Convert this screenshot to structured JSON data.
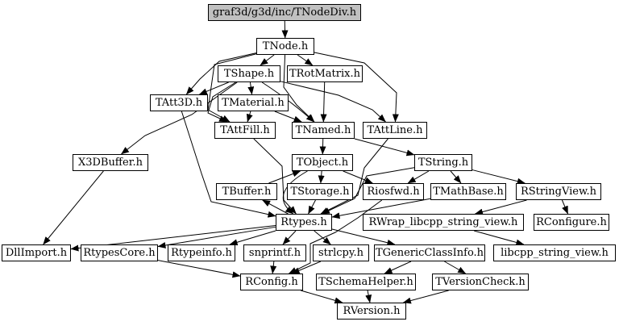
{
  "diagram": {
    "kind": "include-dependency-graph",
    "root_file": "graf3d/g3d/inc/TNodeDiv.h",
    "colors": {
      "background": "#ffffff",
      "node_fill": "#ffffff",
      "node_border": "#000000",
      "root_node_fill": "#c0c0c0",
      "edge": "#000000",
      "text": "#000000"
    }
  },
  "nodes": [
    {
      "id": "TNodeDiv",
      "label": "graf3d/g3d/inc/TNodeDiv.h",
      "is_root": true
    },
    {
      "id": "TNode",
      "label": "TNode.h"
    },
    {
      "id": "TShape",
      "label": "TShape.h"
    },
    {
      "id": "TRotMatrix",
      "label": "TRotMatrix.h"
    },
    {
      "id": "TAtt3D",
      "label": "TAtt3D.h"
    },
    {
      "id": "TMaterial",
      "label": "TMaterial.h"
    },
    {
      "id": "TAttFill",
      "label": "TAttFill.h"
    },
    {
      "id": "TNamed",
      "label": "TNamed.h"
    },
    {
      "id": "TAttLine",
      "label": "TAttLine.h"
    },
    {
      "id": "X3DBuffer",
      "label": "X3DBuffer.h"
    },
    {
      "id": "TObject",
      "label": "TObject.h"
    },
    {
      "id": "TString",
      "label": "TString.h"
    },
    {
      "id": "TBuffer",
      "label": "TBuffer.h"
    },
    {
      "id": "TStorage",
      "label": "TStorage.h"
    },
    {
      "id": "Riosfwd",
      "label": "Riosfwd.h"
    },
    {
      "id": "TMathBase",
      "label": "TMathBase.h"
    },
    {
      "id": "RStringView",
      "label": "RStringView.h"
    },
    {
      "id": "Rtypes",
      "label": "Rtypes.h"
    },
    {
      "id": "RWrap",
      "label": "RWrap_libcpp_string_view.h"
    },
    {
      "id": "RConfigure",
      "label": "RConfigure.h"
    },
    {
      "id": "DllImport",
      "label": "DllImport.h"
    },
    {
      "id": "RtypesCore",
      "label": "RtypesCore.h"
    },
    {
      "id": "Rtypeinfo",
      "label": "Rtypeinfo.h"
    },
    {
      "id": "snprintf",
      "label": "snprintf.h"
    },
    {
      "id": "strlcpy",
      "label": "strlcpy.h"
    },
    {
      "id": "TGenericClassInfo",
      "label": "TGenericClassInfo.h"
    },
    {
      "id": "libcpp_string_view",
      "label": "libcpp_string_view.h"
    },
    {
      "id": "RConfig",
      "label": "RConfig.h"
    },
    {
      "id": "TSchemaHelper",
      "label": "TSchemaHelper.h"
    },
    {
      "id": "TVersionCheck",
      "label": "TVersionCheck.h"
    },
    {
      "id": "RVersion",
      "label": "RVersion.h"
    }
  ],
  "edges": [
    {
      "from": "TNodeDiv",
      "to": "TNode"
    },
    {
      "from": "TNode",
      "to": "TShape"
    },
    {
      "from": "TNode",
      "to": "TRotMatrix"
    },
    {
      "from": "TNode",
      "to": "TAtt3D"
    },
    {
      "from": "TNode",
      "to": "TAttFill"
    },
    {
      "from": "TNode",
      "to": "TNamed"
    },
    {
      "from": "TNode",
      "to": "TAttLine"
    },
    {
      "from": "TShape",
      "to": "TMaterial"
    },
    {
      "from": "TShape",
      "to": "TAtt3D"
    },
    {
      "from": "TShape",
      "to": "TAttFill"
    },
    {
      "from": "TShape",
      "to": "TNamed"
    },
    {
      "from": "TShape",
      "to": "TAttLine"
    },
    {
      "from": "TShape",
      "to": "X3DBuffer"
    },
    {
      "from": "TRotMatrix",
      "to": "TNamed"
    },
    {
      "from": "TMaterial",
      "to": "TNamed"
    },
    {
      "from": "TMaterial",
      "to": "TAttFill"
    },
    {
      "from": "TAtt3D",
      "to": "Rtypes"
    },
    {
      "from": "TAttFill",
      "to": "Rtypes"
    },
    {
      "from": "TAttLine",
      "to": "Rtypes"
    },
    {
      "from": "TNamed",
      "to": "TObject"
    },
    {
      "from": "TNamed",
      "to": "TString"
    },
    {
      "from": "TObject",
      "to": "Rtypes"
    },
    {
      "from": "TObject",
      "to": "TStorage"
    },
    {
      "from": "TObject",
      "to": "Riosfwd"
    },
    {
      "from": "TString",
      "to": "Rtypes"
    },
    {
      "from": "TString",
      "to": "TMathBase"
    },
    {
      "from": "TString",
      "to": "Riosfwd"
    },
    {
      "from": "TString",
      "to": "RStringView"
    },
    {
      "from": "TBuffer",
      "to": "TObject"
    },
    {
      "from": "Rtypes",
      "to": "TBuffer"
    },
    {
      "from": "TStorage",
      "to": "Rtypes"
    },
    {
      "from": "TMathBase",
      "to": "Rtypes"
    },
    {
      "from": "RStringView",
      "to": "RWrap"
    },
    {
      "from": "RStringView",
      "to": "RConfigure"
    },
    {
      "from": "RWrap",
      "to": "libcpp_string_view"
    },
    {
      "from": "X3DBuffer",
      "to": "DllImport"
    },
    {
      "from": "Rtypes",
      "to": "DllImport"
    },
    {
      "from": "Rtypes",
      "to": "RtypesCore"
    },
    {
      "from": "Rtypes",
      "to": "Rtypeinfo"
    },
    {
      "from": "Rtypes",
      "to": "snprintf"
    },
    {
      "from": "Rtypes",
      "to": "strlcpy"
    },
    {
      "from": "Rtypes",
      "to": "TGenericClassInfo"
    },
    {
      "from": "RtypesCore",
      "to": "RConfig"
    },
    {
      "from": "snprintf",
      "to": "RConfig"
    },
    {
      "from": "strlcpy",
      "to": "RConfig"
    },
    {
      "from": "Riosfwd",
      "to": "RConfig"
    },
    {
      "from": "TGenericClassInfo",
      "to": "TSchemaHelper"
    },
    {
      "from": "TGenericClassInfo",
      "to": "TVersionCheck"
    },
    {
      "from": "RConfig",
      "to": "RVersion"
    },
    {
      "from": "TSchemaHelper",
      "to": "RVersion"
    },
    {
      "from": "TVersionCheck",
      "to": "RVersion"
    }
  ]
}
